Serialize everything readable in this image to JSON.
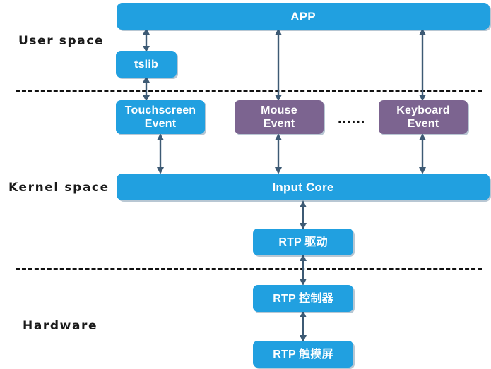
{
  "diagram": {
    "title": "Linux input subsystem touchscreen architecture",
    "colors": {
      "blue": "#21a0e0",
      "purple": "#7c6490",
      "arrow": "#3d5a74",
      "separator": "#111111",
      "box_text": "#ffffff",
      "label_text": "#1a1a1a"
    },
    "regions": [
      {
        "name": "user-space",
        "label": "User space"
      },
      {
        "name": "kernel-space",
        "label": "Kernel space"
      },
      {
        "name": "hardware",
        "label": "Hardware"
      }
    ],
    "boxes": [
      {
        "name": "app",
        "label": "APP",
        "color": "blue"
      },
      {
        "name": "tslib",
        "label": "tslib",
        "color": "blue"
      },
      {
        "name": "touchscreen-event",
        "label": "Touchscreen\nEvent",
        "color": "blue"
      },
      {
        "name": "mouse-event",
        "label": "Mouse\nEvent",
        "color": "purple"
      },
      {
        "name": "keyboard-event",
        "label": "Keyboard\nEvent",
        "color": "purple"
      },
      {
        "name": "input-core",
        "label": "Input Core",
        "color": "blue"
      },
      {
        "name": "rtp-driver",
        "label": "RTP 驱动",
        "color": "blue"
      },
      {
        "name": "rtp-controller",
        "label": "RTP 控制器",
        "color": "blue"
      },
      {
        "name": "rtp-touchpanel",
        "label": "RTP 触摸屏",
        "color": "blue"
      }
    ],
    "ellipsis": "......",
    "connectors": [
      {
        "name": "app-to-tslib",
        "style": "double-headed"
      },
      {
        "name": "app-to-mouse-event",
        "style": "double-headed"
      },
      {
        "name": "app-to-keyboard-event",
        "style": "double-headed"
      },
      {
        "name": "tslib-to-touchscreen-event",
        "style": "double-headed"
      },
      {
        "name": "touchscreen-event-to-input-core",
        "style": "double-headed"
      },
      {
        "name": "mouse-event-to-input-core",
        "style": "double-headed"
      },
      {
        "name": "keyboard-event-to-input-core",
        "style": "double-headed"
      },
      {
        "name": "input-core-to-rtp-driver",
        "style": "double-headed"
      },
      {
        "name": "rtp-driver-to-rtp-controller",
        "style": "double-headed"
      },
      {
        "name": "rtp-controller-to-rtp-touchpanel",
        "style": "double-headed"
      }
    ]
  }
}
